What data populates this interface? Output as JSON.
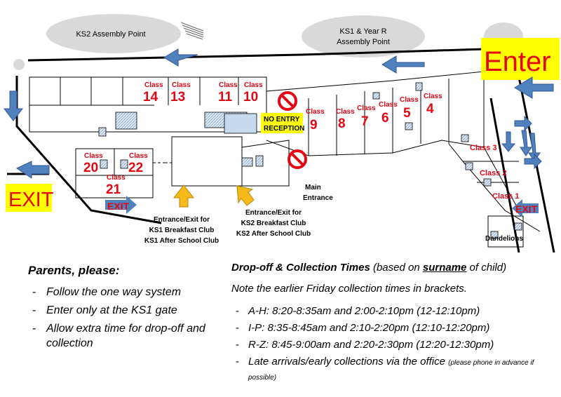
{
  "map": {
    "ks2_assembly": "KS2 Assembly Point",
    "ks1_assembly_line1": "KS1 & Year R",
    "ks1_assembly_line2": "Assembly Point",
    "enter": "Enter",
    "exit_left": "EXIT",
    "exit_small_left": "EXIT",
    "exit_small_right": "EXIT",
    "no_entry_line1": "NO ENTRY",
    "no_entry_line2": "RECEPTION",
    "main_entrance_line1": "Main",
    "main_entrance_line2": "Entrance",
    "ks1_gate_line1": "Entrance/Exit for",
    "ks1_gate_line2": "KS1 Breakfast Club",
    "ks1_gate_line3": "KS1 After School Club",
    "ks2_gate_line1": "Entrance/Exit for",
    "ks2_gate_line2": "KS2 Breakfast Club",
    "ks2_gate_line3": "KS2 After School Club",
    "dandelions": "Dandelions",
    "class_word": "Class",
    "classes_big": [
      "14",
      "13",
      "11",
      "10",
      "9",
      "8",
      "7",
      "6",
      "5",
      "4",
      "20",
      "22",
      "21"
    ],
    "class_3": "Class 3",
    "class_2": "Class 2",
    "class_1": "Class 1",
    "colors": {
      "arrow_blue": "#4f81bd",
      "gate_arrow": "#f5b91a",
      "class_red": "#e30613",
      "highlight_yellow": "#ffff00",
      "assembly_grey": "#d9d9d9"
    }
  },
  "parents": {
    "title": "Parents, please:",
    "items": [
      "Follow the one way system",
      "Enter only at the KS1 gate",
      "Allow extra time for drop-off and collection"
    ]
  },
  "times": {
    "title": "Drop-off & Collection Times",
    "title_pre": "(based on ",
    "title_surname": "surname",
    "title_post": " of child)",
    "note": "Note the earlier Friday collection times in brackets.",
    "items": [
      "A-H: 8:20-8:35am and 2:00-2:10pm (12-12:10pm)",
      "I-P: 8:35-8:45am and 2:10-2:20pm (12:10-12:20pm)",
      "R-Z: 8:45-9:00am and 2:20-2:30pm (12:20-12:30pm)"
    ],
    "late_main": "Late arrivals/early collections via the office ",
    "late_small": "(please phone in advance if possible)"
  }
}
